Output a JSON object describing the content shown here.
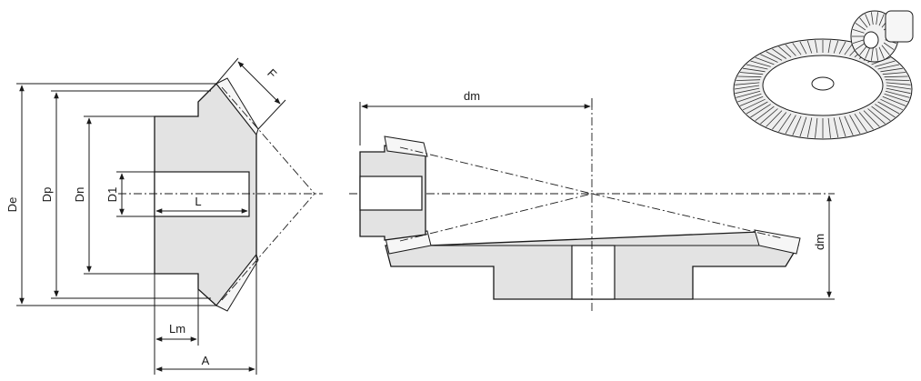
{
  "labels": {
    "de": "De",
    "dp": "Dp",
    "dn": "Dn",
    "d1": "D1",
    "l": "L",
    "f": "F",
    "lm": "Lm",
    "a": "A",
    "dm_top": "dm",
    "dm_right": "dm"
  },
  "colors": {
    "part_fill": "#e3e3e3",
    "outline": "#1a1a1a",
    "background": "#ffffff"
  }
}
